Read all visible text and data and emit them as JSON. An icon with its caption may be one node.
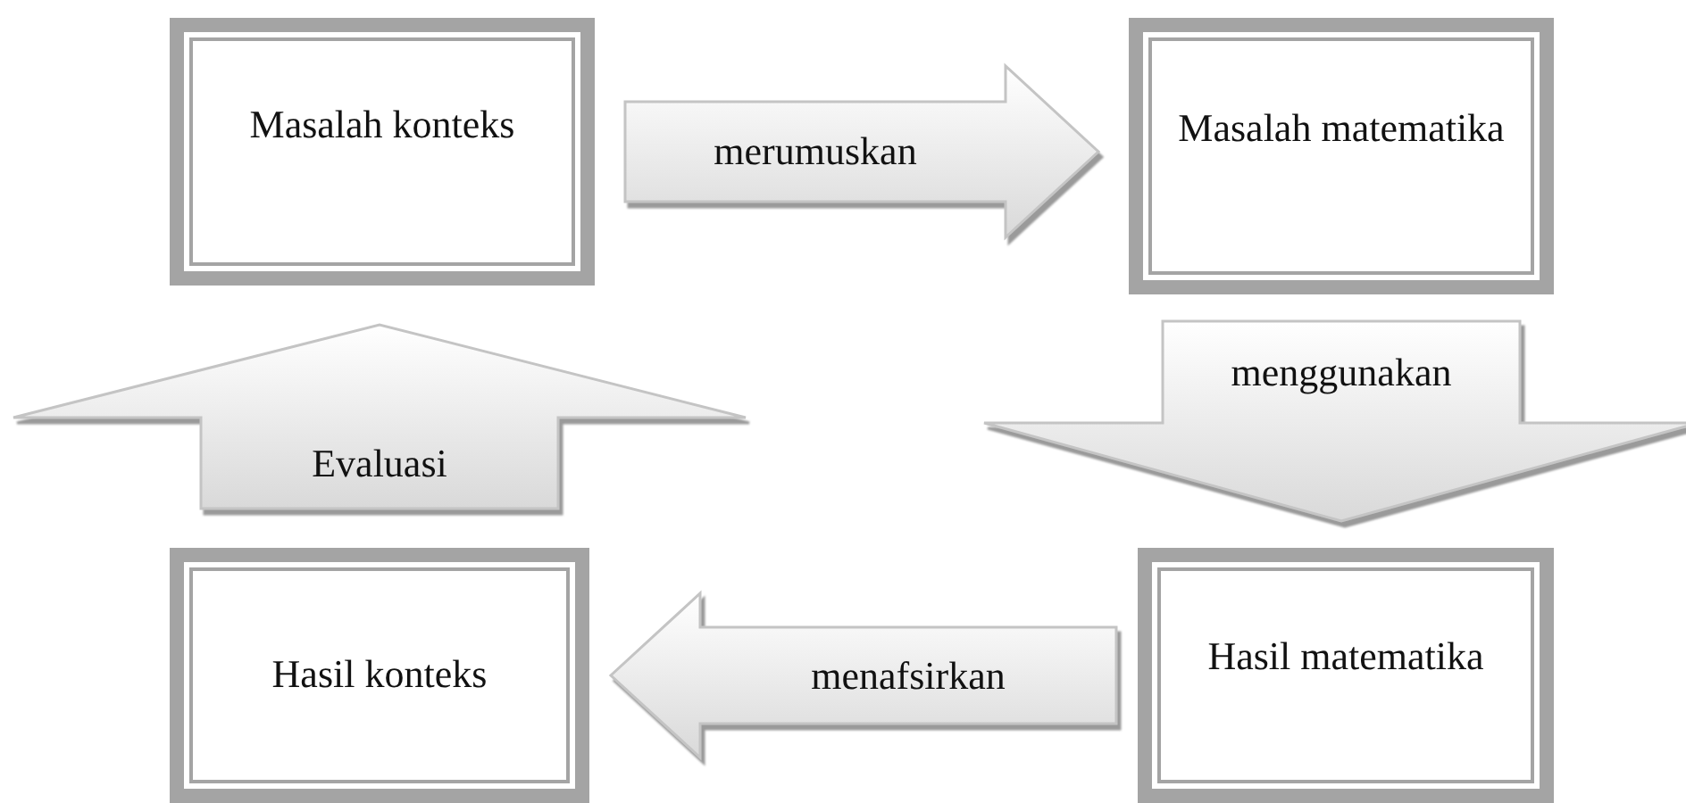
{
  "diagram": {
    "nodes": [
      {
        "text": [
          "Masalah konteks"
        ]
      },
      {
        "text": [
          "Masalah matematika"
        ]
      },
      {
        "text": [
          "Hasil matematika"
        ]
      },
      {
        "text": [
          "Hasil konteks"
        ]
      }
    ],
    "edges": [
      {
        "from": 0,
        "to": 1,
        "arrow": "to",
        "label": "merumuskan"
      },
      {
        "from": 1,
        "to": 2,
        "arrow": "to",
        "label": "menggunakan"
      },
      {
        "from": 2,
        "to": 3,
        "arrow": "to",
        "label": "menafsirkan"
      },
      {
        "from": 3,
        "to": 0,
        "arrow": "to",
        "label": "Evaluasi"
      }
    ]
  }
}
